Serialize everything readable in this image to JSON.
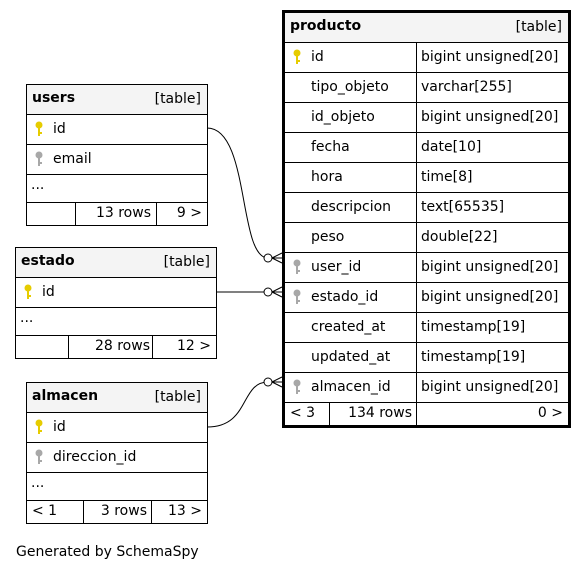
{
  "tables": {
    "producto": {
      "name": "producto",
      "kind": "[table]",
      "columns": [
        {
          "name": "id",
          "type": "bigint unsigned[20]",
          "key": "primary"
        },
        {
          "name": "tipo_objeto",
          "type": "varchar[255]",
          "key": "none"
        },
        {
          "name": "id_objeto",
          "type": "bigint unsigned[20]",
          "key": "none"
        },
        {
          "name": "fecha",
          "type": "date[10]",
          "key": "none"
        },
        {
          "name": "hora",
          "type": "time[8]",
          "key": "none"
        },
        {
          "name": "descripcion",
          "type": "text[65535]",
          "key": "none"
        },
        {
          "name": "peso",
          "type": "double[22]",
          "key": "none"
        },
        {
          "name": "user_id",
          "type": "bigint unsigned[20]",
          "key": "foreign"
        },
        {
          "name": "estado_id",
          "type": "bigint unsigned[20]",
          "key": "foreign"
        },
        {
          "name": "created_at",
          "type": "timestamp[19]",
          "key": "none"
        },
        {
          "name": "updated_at",
          "type": "timestamp[19]",
          "key": "none"
        },
        {
          "name": "almacen_id",
          "type": "bigint unsigned[20]",
          "key": "foreign"
        }
      ],
      "footer": {
        "parents": "< 3",
        "rows": "134 rows",
        "children": "0 >"
      }
    },
    "users": {
      "name": "users",
      "kind": "[table]",
      "columns": [
        {
          "name": "id",
          "key": "primary"
        },
        {
          "name": "email",
          "key": "index"
        }
      ],
      "more": "...",
      "footer": {
        "parents": "",
        "rows": "13 rows",
        "children": "9 >"
      }
    },
    "estado": {
      "name": "estado",
      "kind": "[table]",
      "columns": [
        {
          "name": "id",
          "key": "primary"
        }
      ],
      "more": "...",
      "footer": {
        "parents": "",
        "rows": "28 rows",
        "children": "12 >"
      }
    },
    "almacen": {
      "name": "almacen",
      "kind": "[table]",
      "columns": [
        {
          "name": "id",
          "key": "primary"
        },
        {
          "name": "direccion_id",
          "key": "index"
        }
      ],
      "more": "...",
      "footer": {
        "parents": "< 1",
        "rows": "3 rows",
        "children": "13 >"
      }
    }
  },
  "relationships": [
    {
      "from": "users.id",
      "to": "producto.user_id"
    },
    {
      "from": "estado.id",
      "to": "producto.estado_id"
    },
    {
      "from": "almacen.id",
      "to": "producto.almacen_id"
    }
  ],
  "colors": {
    "primary_key": "#e6cc00",
    "index_key": "#a8a8a8",
    "header_bg": "#f4f4f4"
  },
  "footer_text": "Generated by SchemaSpy"
}
